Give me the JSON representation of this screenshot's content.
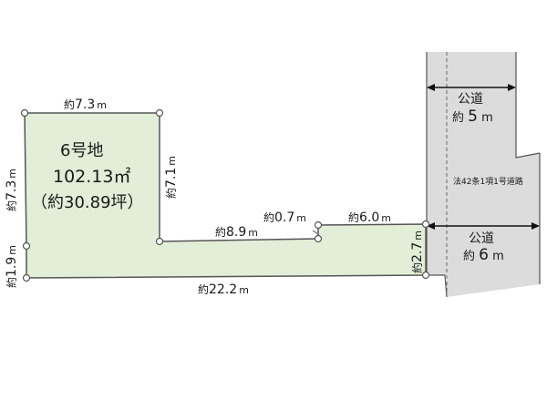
{
  "lot": {
    "name": "6号地",
    "area_sqm": "102.13㎡",
    "area_tsubo": "（約30.89坪）",
    "fill_color": "#e2eed8",
    "edge_color": "#555555"
  },
  "dimensions": {
    "top": {
      "prefix": "約",
      "value": "7.3",
      "unit": "m"
    },
    "left_upper": {
      "prefix": "約",
      "value": "7.3",
      "unit": "m"
    },
    "left_lower": {
      "prefix": "約",
      "value": "1.9",
      "unit": "m"
    },
    "inner_right": {
      "prefix": "約",
      "value": "7.1",
      "unit": "m"
    },
    "inner_bottom": {
      "prefix": "約",
      "value": "8.9",
      "unit": "m"
    },
    "jog": {
      "prefix": "約",
      "value": "0.7",
      "unit": "m"
    },
    "top_right": {
      "prefix": "約",
      "value": "6.0",
      "unit": "m"
    },
    "right": {
      "prefix": "約",
      "value": "2.7",
      "unit": "m"
    },
    "bottom": {
      "prefix": "約",
      "value": "22.2",
      "unit": "m"
    }
  },
  "road": {
    "fill_color": "#dcdcdc",
    "upper": {
      "title": "公道",
      "prefix": "約",
      "width": "5",
      "unit": "m"
    },
    "lower": {
      "title": "公道",
      "prefix": "約",
      "width": "6",
      "unit": "m"
    },
    "law_label": "法42条1項1号道路"
  }
}
